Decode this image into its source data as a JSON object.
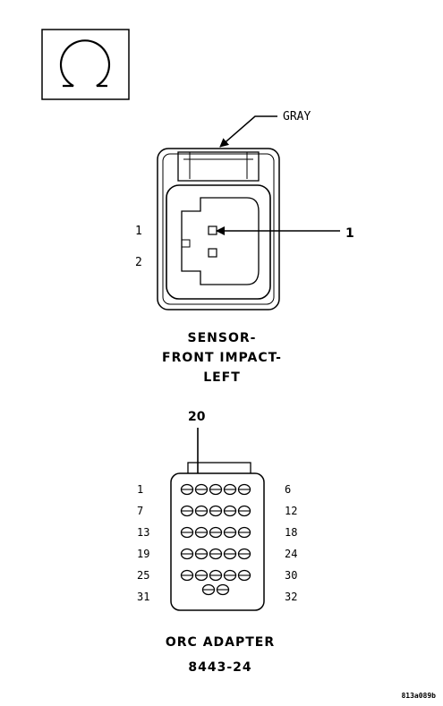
{
  "symbol": {
    "icon": "ohm-symbol-icon"
  },
  "sensor_connector": {
    "color_label": "GRAY",
    "pin_labels": [
      "1",
      "2"
    ],
    "callout": "1",
    "title_lines": [
      "SENSOR-",
      "FRONT IMPACT-",
      "LEFT"
    ]
  },
  "adapter": {
    "callout": "20",
    "left_labels": [
      "1",
      "7",
      "13",
      "19",
      "25",
      "31"
    ],
    "right_labels": [
      "6",
      "12",
      "18",
      "24",
      "30",
      "32"
    ],
    "title_lines": [
      "ORC ADAPTER",
      "8443-24"
    ]
  },
  "figure_id": "813a089b"
}
